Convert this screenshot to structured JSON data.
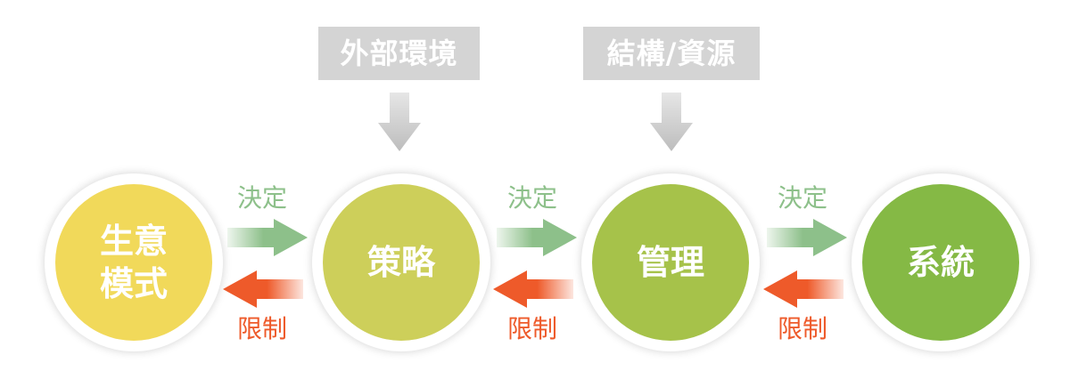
{
  "top_boxes": {
    "environment": "外部環境",
    "resources": "結構/資源"
  },
  "nodes": [
    {
      "id": "business-model",
      "label": "生意模式",
      "color": "#f1d95a"
    },
    {
      "id": "strategy",
      "label": "策略",
      "color": "#cdcf5a"
    },
    {
      "id": "management",
      "label": "管理",
      "color": "#a6c24a"
    },
    {
      "id": "system",
      "label": "系統",
      "color": "#85b945"
    }
  ],
  "links": [
    {
      "forward_label": "決定",
      "backward_label": "限制"
    },
    {
      "forward_label": "決定",
      "backward_label": "限制"
    },
    {
      "forward_label": "決定",
      "backward_label": "限制"
    }
  ],
  "colors": {
    "box_bg": "#d4d4d4",
    "down_arrow": "#c4c4c4",
    "decide": "#8dc08a",
    "limit": "#ee5a2a"
  }
}
